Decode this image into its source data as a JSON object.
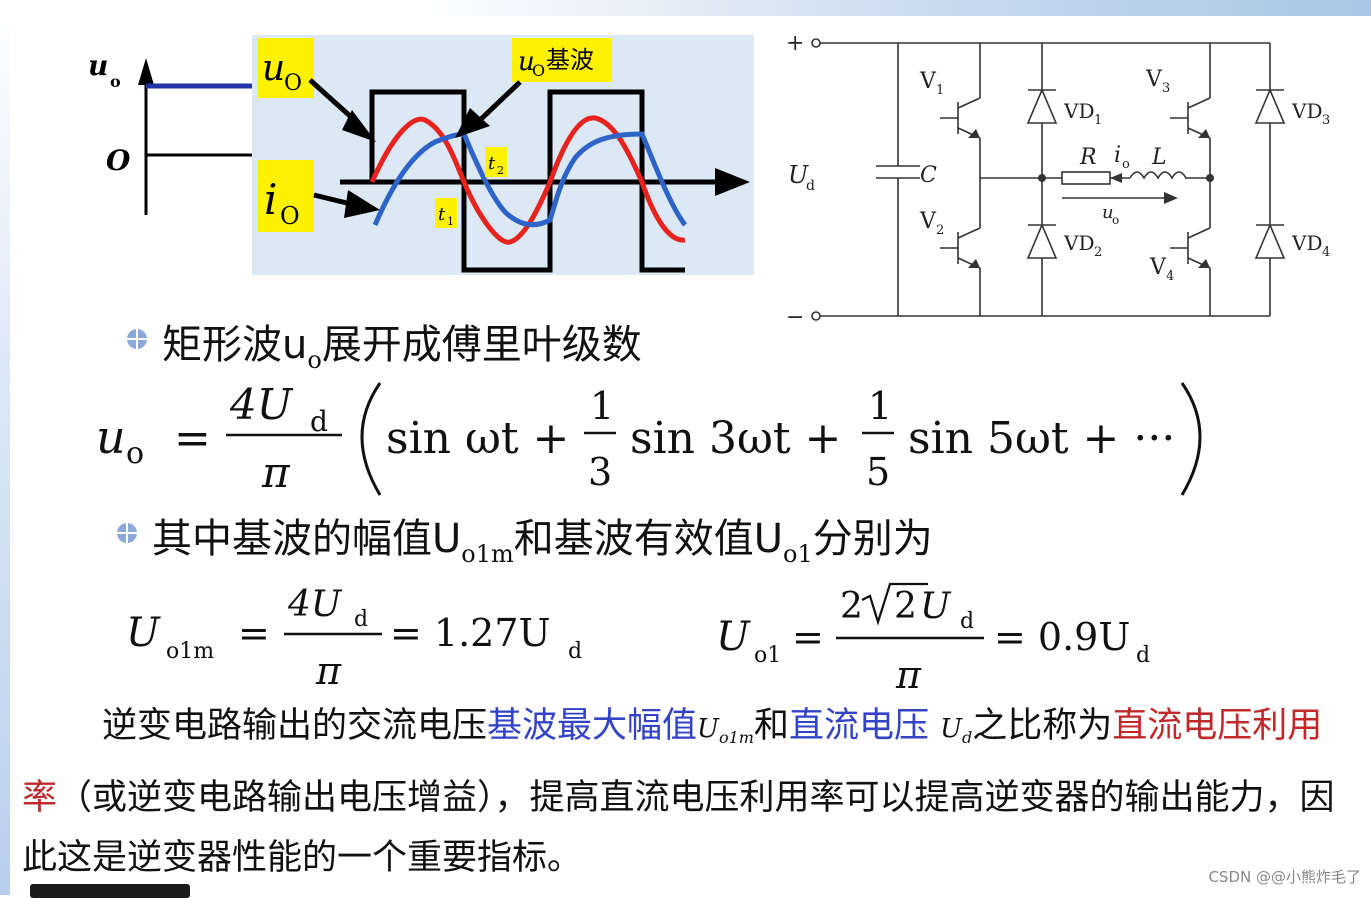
{
  "waveform": {
    "uo_axis": "u",
    "uo_axis_sub": "o",
    "origin": "O",
    "label_uo": "u",
    "label_uo_sub": "O",
    "label_io": "i",
    "label_io_sub": "O",
    "label_fund_u": "u",
    "label_fund_sub": "O",
    "label_fund_text": "基波",
    "t1": "t",
    "t1_sub": "1",
    "t2": "t",
    "t2_sub": "2",
    "colors": {
      "bg": "#dde8f5",
      "label_bg": "#fff200",
      "fund": "#e8231d",
      "current": "#2e64c8",
      "square": "#000000",
      "axis_left": "#2233aa"
    }
  },
  "circuit": {
    "plus": "+",
    "minus": "−",
    "Ud": "U",
    "Ud_sub": "d",
    "C": "C",
    "V1": "V",
    "V1_sub": "1",
    "V2": "V",
    "V2_sub": "2",
    "V3": "V",
    "V3_sub": "3",
    "V4": "V",
    "V4_sub": "4",
    "VD1": "VD",
    "VD1_sub": "1",
    "VD2": "VD",
    "VD2_sub": "2",
    "VD3": "VD",
    "VD3_sub": "3",
    "VD4": "VD",
    "VD4_sub": "4",
    "R": "R",
    "io": "i",
    "io_sub": "o",
    "L": "L",
    "uo": "u",
    "uo_sub": "o"
  },
  "bullet1": {
    "pre": "矩形波u",
    "sub": "o",
    "post": "展开成傅里叶级数"
  },
  "fourier": {
    "lhs": "u",
    "lhs_sub": "o",
    "eq": "=",
    "num": "4U",
    "num_sub": "d",
    "den": "π",
    "term1": "sin ωt +",
    "f1_num": "1",
    "f1_den": "3",
    "term2": "sin 3ωt +",
    "f2_num": "1",
    "f2_den": "5",
    "term3": "sin 5ωt + ···"
  },
  "bullet2": {
    "pre": "其中基波的幅值U",
    "sub1": "o1m",
    "mid": "和基波有效值U",
    "sub2": "o1",
    "post": "分别为"
  },
  "eq_left": {
    "lhs": "U",
    "lhs_sub": "o1m",
    "eq": "=",
    "num": "4U",
    "num_sub": "d",
    "den": "π",
    "rhs": "= 1.27U",
    "rhs_sub": "d"
  },
  "eq_right": {
    "lhs": "U",
    "lhs_sub": "o1",
    "eq": "=",
    "num_pre": "2",
    "num_rad": "2",
    "num_post": "U",
    "num_sub": "d",
    "den": "π",
    "rhs": "= 0.9U",
    "rhs_sub": "d"
  },
  "paragraph": {
    "p1": "逆变电路输出的交流电压",
    "b1": "基波最大幅值",
    "v1": "U",
    "v1_sub": "o1m",
    "p2": "和",
    "b2": "直流电压",
    "v2": "U",
    "v2_sub": "d",
    "p3": "之比称为",
    "r1": "直流电压利用率",
    "p4": "（或逆变电路输出电压增益），提高直流电压利用率可以提高逆变器的输出能力，因此这是逆变器性能的一个重要指标。"
  },
  "watermark": "CSDN @@小熊炸毛了"
}
